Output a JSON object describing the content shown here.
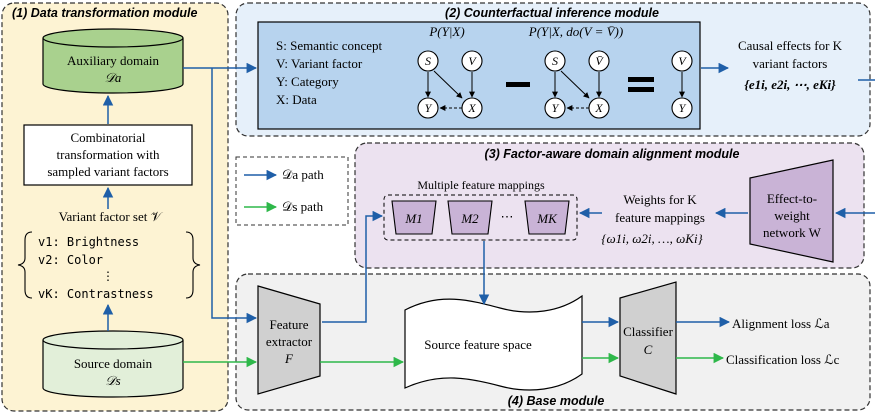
{
  "modules": {
    "data_transformation": {
      "title": "(1) Data transformation module"
    },
    "counterfactual": {
      "title": "(2) Counterfactual inference module"
    },
    "factor_alignment": {
      "title": "(3) Factor-aware domain alignment module"
    },
    "base": {
      "title": "(4) Base module"
    }
  },
  "auxiliary_domain": {
    "label": "Auxiliary domain",
    "symbol": "𝒟a"
  },
  "source_domain": {
    "label": "Source domain",
    "symbol": "𝒟s"
  },
  "transformation_box": {
    "lines": [
      "Combinatorial",
      "transformation with",
      "sampled variant factors"
    ]
  },
  "variant_factor_set": {
    "title": "Variant factor set 𝒱",
    "items": [
      "v1: Brightness",
      "v2: Color",
      "⋮",
      "vK: Contrastness"
    ]
  },
  "legend_definitions": [
    "S: Semantic concept",
    "V: Variant factor",
    "Y: Category",
    "X: Data"
  ],
  "graphs": {
    "left_title": "P(Y|X)",
    "right_title": "P(Y|X, do(V = V̄))",
    "node_labels": {
      "S": "S",
      "V": "V",
      "Y": "Y",
      "X": "X",
      "Vbar": "V̄"
    }
  },
  "causal_effects": {
    "lines": [
      "Causal effects for K",
      "variant factors"
    ],
    "formula": "{e1i, e2i, ⋯, eKi}"
  },
  "path_legend": {
    "da_path": "𝒟a path",
    "ds_path": "𝒟s path"
  },
  "feature_mappings": {
    "title": "Multiple feature mappings",
    "items": [
      "M1",
      "M2",
      "MK"
    ],
    "ellipsis": "⋯"
  },
  "weights": {
    "lines": [
      "Weights for K",
      "feature mappings"
    ],
    "formula": "{ω1i, ω2i, …, ωKi}"
  },
  "effect_to_weight": {
    "lines": [
      "Effect-to-",
      "weight",
      "network W"
    ]
  },
  "feature_extractor": {
    "lines": [
      "Feature",
      "extractor",
      "F"
    ]
  },
  "source_feature_space": {
    "label": "Source feature space"
  },
  "classifier": {
    "lines": [
      "Classifier",
      "C"
    ]
  },
  "losses": {
    "alignment": "Alignment loss ℒa",
    "classification": "Classification loss ℒc"
  },
  "colors": {
    "blue_arrow": "#1f5fa8",
    "green_arrow": "#2eb84a",
    "module1_bg": "#fdf3d3",
    "module2_bg": "#e6f0fa",
    "module3_bg": "#ece2f0",
    "module4_bg": "#f1f1f1",
    "inner_blue": "#b7d3ee",
    "green_cylinder": "#a9d18e",
    "light_green_cylinder": "#e2efd9",
    "purple_shape": "#c9b3d6",
    "gray_shape": "#d0d0d0"
  }
}
